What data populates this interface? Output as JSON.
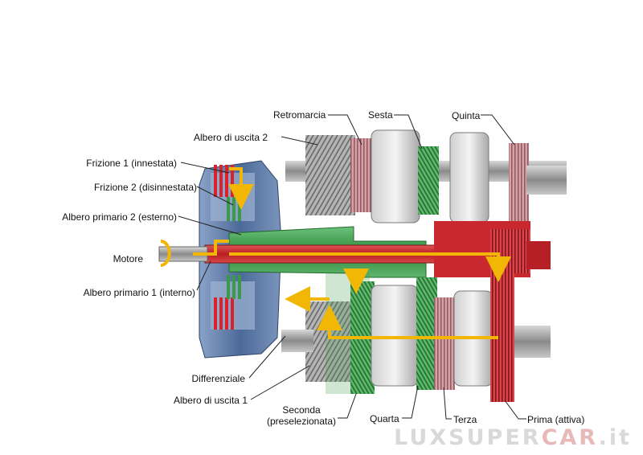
{
  "labels": {
    "retromarcia": "Retromarcia",
    "sesta": "Sesta",
    "quinta": "Quinta",
    "albero_uscita_2": "Albero di uscita 2",
    "frizione_1": "Frizione 1 (innestata)",
    "frizione_2": "Frizione 2 (disinnestata)",
    "albero_primario_2": "Albero primario 2 (esterno)",
    "motore": "Motore",
    "albero_primario_1": "Albero primario 1 (interno)",
    "differenziale": "Differenziale",
    "albero_uscita_1": "Albero di uscita 1",
    "seconda_line1": "Seconda",
    "seconda_line2": "(preselezionata)",
    "quarta": "Quarta",
    "terza": "Terza",
    "prima": "Prima (attiva)"
  },
  "watermark": {
    "part1": "LUXSUPER",
    "part2": "CAR",
    "part3": ".it"
  },
  "colors": {
    "power_flow": "#f2b705",
    "active_path": "#d9222a",
    "shaft_2": "#3a9a4a",
    "housing": "#5a7aa8",
    "gear_grey": "#9a9a9a"
  }
}
